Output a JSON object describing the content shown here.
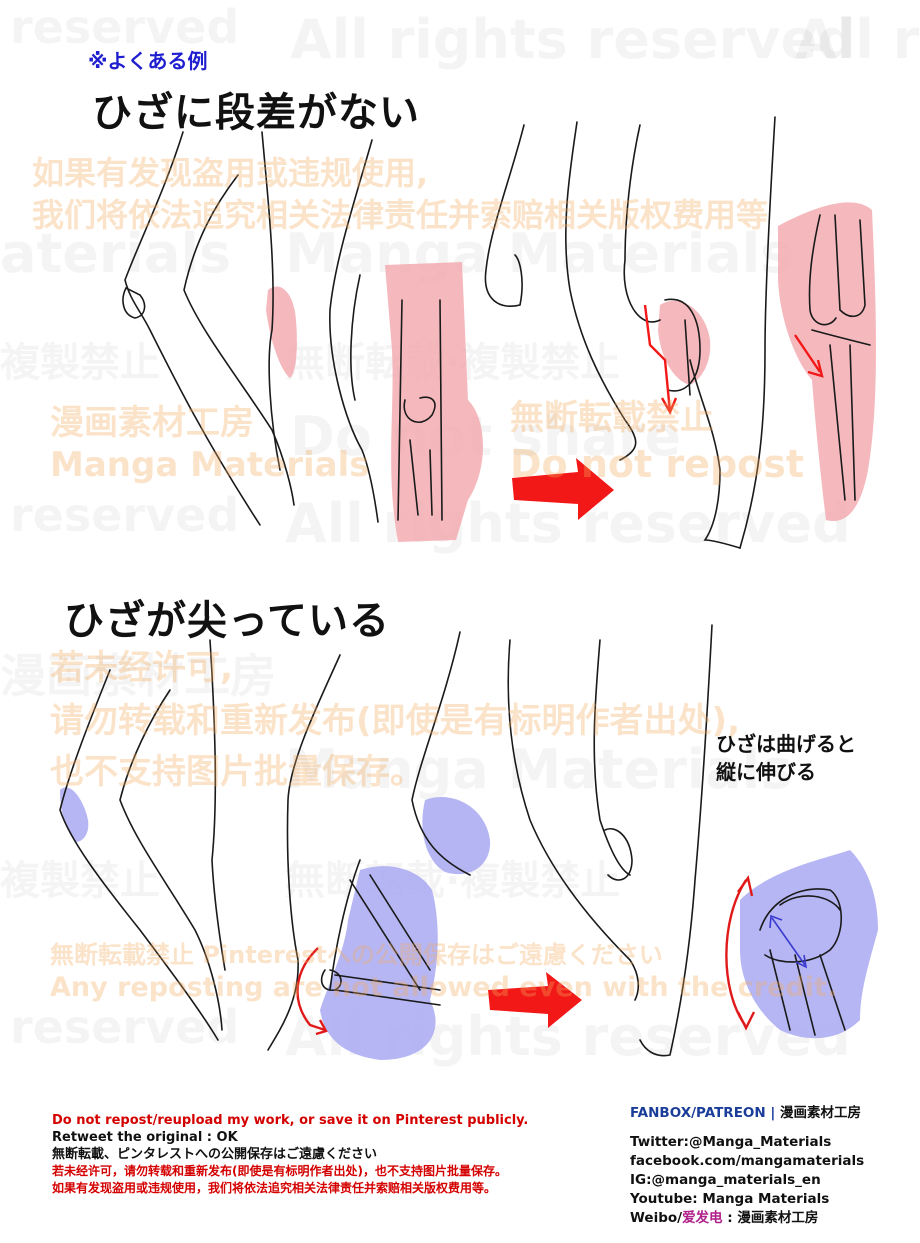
{
  "label_example": "※よくある例",
  "section1_title": "ひざに段差がない",
  "section2_title": "ひざが尖っている",
  "note_line1": "ひざは曲げると",
  "note_line2": "縦に伸びる",
  "watermarks": {
    "all_rights": "All rights reserved",
    "reserved": "reserved",
    "manga": "Manga Materials",
    "materials": "aterials",
    "repro_ja": "複製禁止",
    "workshop": "漫画素材工房",
    "no_repost_ja": "無断転載禁止",
    "no_share": "Do not share",
    "do_not_repost": "Do not repost",
    "cn_line1": "如果有发现盗用或违规使用,",
    "cn_line2": "我们将依法追究相关法律责任并索赔相关版权费用等",
    "cn_line3": "若未经许可,",
    "cn_line4": "请勿转载和重新发布(即使是有标明作者出处),",
    "cn_line5": "也不支持图片批量保存。",
    "pinterest_ja": "無断転載禁止 Pinterestへの公開保存はご遠慮ください",
    "credit_en": "Any reposting are not allowed even with the credit.",
    "nocopy": "無断転載·複製禁止"
  },
  "footer_left": {
    "line1": "Do not repost/reupload my work, or save it on Pinterest publicly.",
    "line2": "Retweet the original : OK",
    "line3": "無断転載、ピンタレストへの公開保存はご遠慮ください",
    "line4": "若未经许可，请勿转载和重新发布(即使是有标明作者出处)，也不支持图片批量保存。",
    "line5": "如果有发现盗用或违规使用，我们将依法追究相关法律责任并索赔相关版权费用等。"
  },
  "footer_right": {
    "fanbox": "FANBOX/PATREON",
    "separator": "|",
    "workshop": "漫画素材工房",
    "twitter": "Twitter:@Manga_Materials",
    "facebook": "facebook.com/mangamaterials",
    "ig": "IG:@manga_materials_en",
    "youtube": "Youtube: Manga Materials",
    "weibo_label": "Weibo/",
    "weibo_name": "爱发电",
    "weibo_sep": " : ",
    "weibo_workshop": "漫画素材工房"
  },
  "colors": {
    "pink_highlight": "#f2a7ad",
    "blue_highlight": "#a9a9f2",
    "arrow_red": "#f21818",
    "label_blue": "#1f1fd0",
    "footer_red": "#d40000",
    "footer_blue": "#1a3d9a"
  }
}
